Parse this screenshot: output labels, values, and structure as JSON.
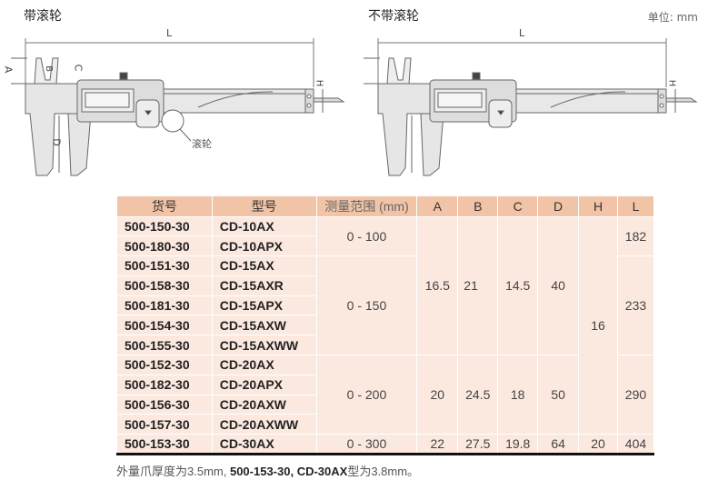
{
  "titles": {
    "with_roller": "带滚轮",
    "without_roller": "不带滚轮",
    "unit": "单位: mm"
  },
  "diagram": {
    "L": "L",
    "A": "A",
    "B": "B",
    "C": "C",
    "D": "D",
    "H": "H",
    "roller_label": "滚轮"
  },
  "table": {
    "headers": [
      "货号",
      "型号",
      "测量范围 (mm)",
      "A",
      "B",
      "C",
      "D",
      "H",
      "L"
    ],
    "rows": [
      {
        "code": "500-150-30",
        "model": "CD-10AX"
      },
      {
        "code": "500-180-30",
        "model": "CD-10APX"
      },
      {
        "code": "500-151-30",
        "model": "CD-15AX"
      },
      {
        "code": "500-158-30",
        "model": "CD-15AXR"
      },
      {
        "code": "500-181-30",
        "model": "CD-15APX"
      },
      {
        "code": "500-154-30",
        "model": "CD-15AXW"
      },
      {
        "code": "500-155-30",
        "model": "CD-15AXWW"
      },
      {
        "code": "500-152-30",
        "model": "CD-20AX"
      },
      {
        "code": "500-182-30",
        "model": "CD-20APX"
      },
      {
        "code": "500-156-30",
        "model": "CD-20AXW"
      },
      {
        "code": "500-157-30",
        "model": "CD-20AXWW"
      },
      {
        "code": "500-153-30",
        "model": "CD-30AX"
      }
    ],
    "ranges": [
      "0 - 100",
      "0 - 150",
      "0 - 200",
      "0 - 300"
    ],
    "groupA": {
      "A": "16.5",
      "B": "21",
      "C": "14.5",
      "D": "40"
    },
    "groupB": {
      "A": "20",
      "B": "24.5",
      "C": "18",
      "D": "50"
    },
    "groupC": {
      "A": "22",
      "B": "27.5",
      "C": "19.8",
      "D": "64",
      "H": "20",
      "L": "404"
    },
    "H_main": "16",
    "L_values": [
      "182",
      "233",
      "290"
    ]
  },
  "note": {
    "pre": "外量爪厚度为3.5mm, ",
    "bold": "500-153-30, CD-30AX",
    "post": "型为3.8mm。"
  }
}
